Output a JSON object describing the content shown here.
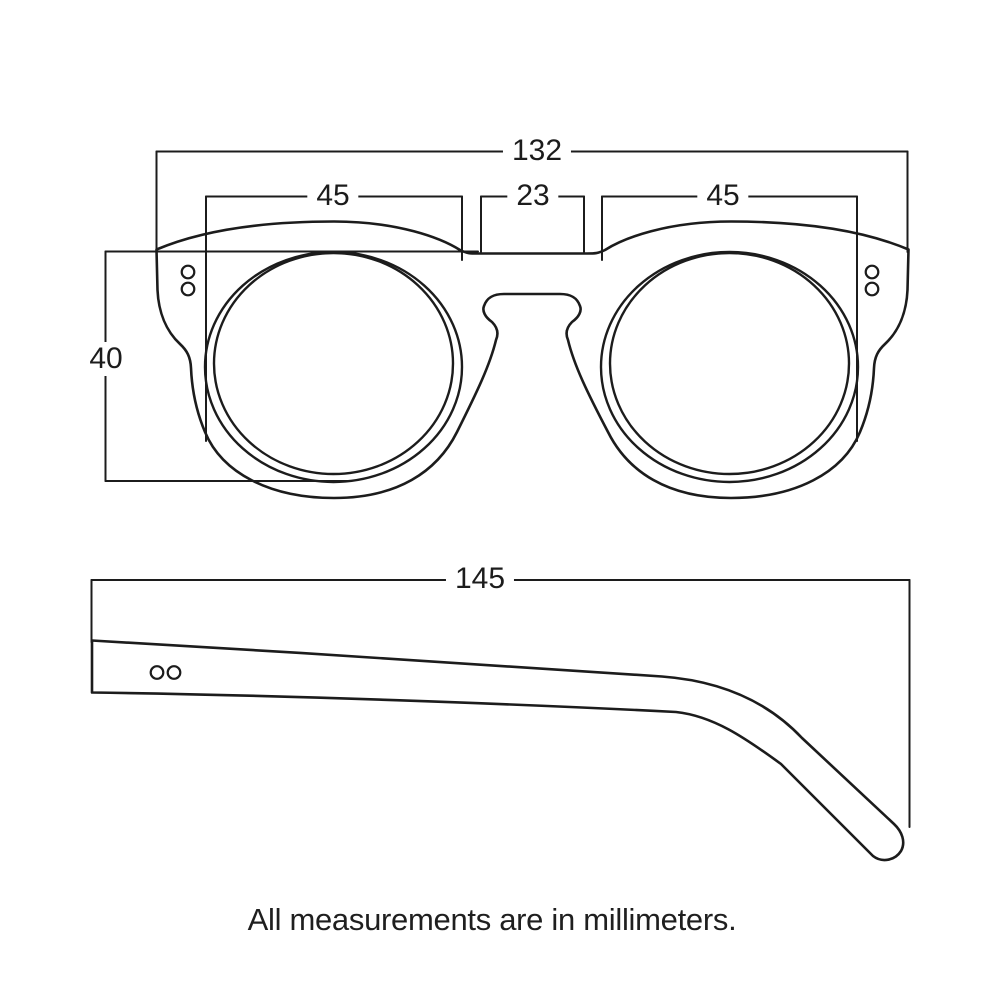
{
  "caption": "All measurements are in millimeters.",
  "colors": {
    "line": "#1c1c1c",
    "background": "#ffffff",
    "text": "#1f1f1f"
  },
  "front_view": {
    "name": "eyeglasses-front-view",
    "dimensions": {
      "frame_width": "132",
      "left_lens_width": "45",
      "bridge_width": "23",
      "right_lens_width": "45",
      "lens_height": "40"
    }
  },
  "side_view": {
    "name": "temple-arm-side-view",
    "dimensions": {
      "temple_length": "145"
    }
  }
}
